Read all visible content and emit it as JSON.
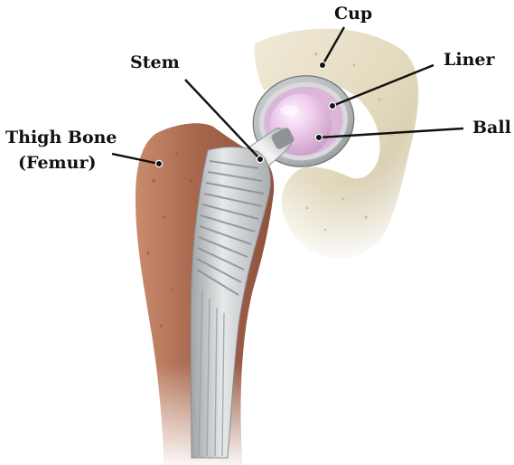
{
  "labels": {
    "cup": "Cup",
    "liner": "Liner",
    "ball": "Ball",
    "stem": "Stem",
    "thigh_bone_line1": "Thigh Bone",
    "thigh_bone_line2": "(Femur)"
  },
  "colors": {
    "pelvis_bone": "#e4dcc2",
    "femur_bone": "#a8684f",
    "stem_metal": "#c9ccce",
    "liner_plastic": "#e8c7e3",
    "cup_metal": "#b8bcc0"
  }
}
